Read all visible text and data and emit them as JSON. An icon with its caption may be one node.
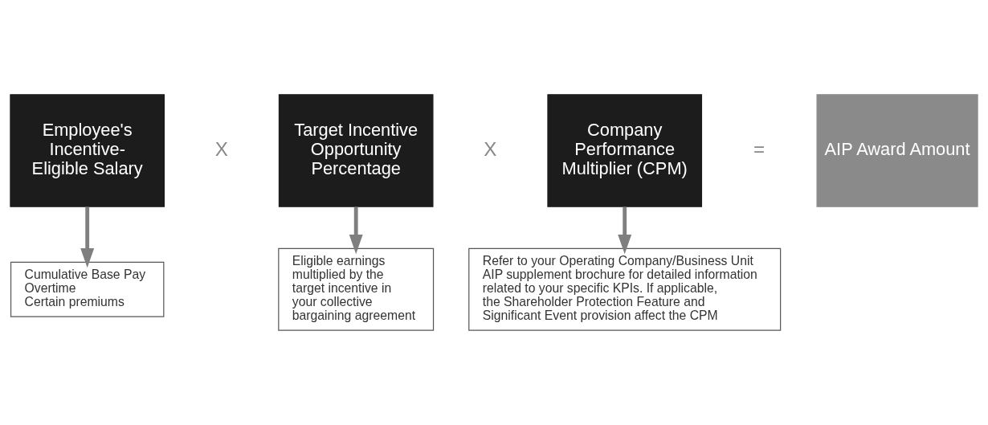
{
  "diagram": {
    "nodes": [
      {
        "text": [
          "Employee's Incentive-Eligible Salary"
        ]
      },
      {
        "text": [
          "Target Incentive Opportunity Percentage"
        ]
      },
      {
        "text": [
          "Company Performance Multiplier (CPM)"
        ]
      },
      {
        "text": [
          "AIP Award Amount"
        ]
      },
      {
        "text": [
          "Cumulative Base Pay",
          "Overtime",
          "Certain premiums"
        ]
      },
      {
        "text": [
          "Eligible earnings multiplied by the target incentive in your collective bargaining agreement"
        ]
      },
      {
        "text": [
          "Refer to your Operating Company/Business Unit AIP supplement brochure for detailed information related to your specific KPIs. If applicable, the Shareholder Protection Feature and Significant Event provision affect the CPM"
        ]
      }
    ],
    "edges": [
      {
        "from": 0,
        "to": 4,
        "arrow": "to"
      },
      {
        "from": 1,
        "to": 5,
        "arrow": "to"
      },
      {
        "from": 2,
        "to": 6,
        "arrow": "to"
      }
    ],
    "labels": [
      "X",
      "X",
      "="
    ]
  }
}
